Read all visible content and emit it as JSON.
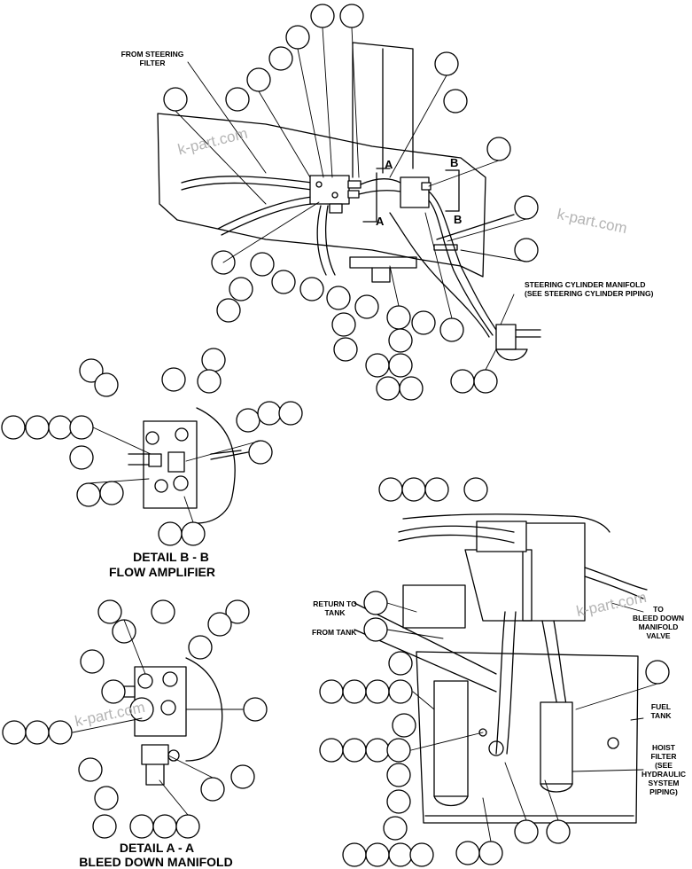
{
  "labels": {
    "from_steering_filter": "FROM STEERING\nFILTER",
    "steering_cylinder_manifold": "STEERING CYLINDER MANIFOLD\n(SEE STEERING CYLINDER PIPING)",
    "return_to_tank": "RETURN TO\nTANK",
    "from_tank": "FROM TANK",
    "to_bleed_down_manifold_valve": "TO\nBLEED DOWN\nMANIFOLD\nVALVE",
    "fuel_tank": "FUEL\nTANK",
    "hoist_filter": "HOIST\nFILTER\n(SEE\nHYDRAULIC\nSYSTEM\nPIPING)"
  },
  "section_markers": {
    "a": "A",
    "b": "B"
  },
  "details": {
    "detail_b_title": "DETAIL B - B",
    "detail_b_subtitle": "FLOW AMPLIFIER",
    "detail_a_title": "DETAIL A - A",
    "detail_a_subtitle": "BLEED DOWN MANIFOLD"
  },
  "watermarks": [
    "k-part.com",
    "k-part.com",
    "k-part.com",
    "k-part.com"
  ],
  "colors": {
    "line": "#000000",
    "background": "#ffffff",
    "watermark": "#b4b4b4"
  }
}
